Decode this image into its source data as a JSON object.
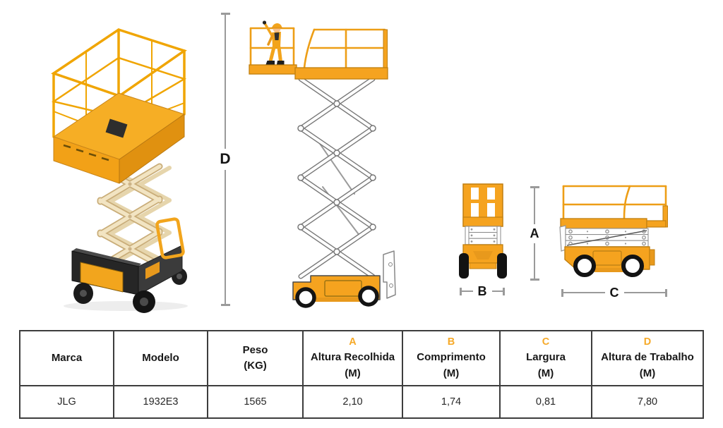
{
  "colors": {
    "accent_letters": "#F6A928",
    "machine_orange": "#F5A31F",
    "machine_orange_dark": "#C07F10",
    "dimension_line_gray": "#9A9A9A",
    "table_border": "#3D3D3D"
  },
  "dims": {
    "d": "D",
    "a": "A",
    "b": "B",
    "c": "C"
  },
  "table": {
    "columns": [
      {
        "letter": "",
        "name": "Marca",
        "unit": ""
      },
      {
        "letter": "",
        "name": "Modelo",
        "unit": ""
      },
      {
        "letter": "",
        "name": "Peso",
        "unit": "(KG)"
      },
      {
        "letter": "A",
        "name": "Altura Recolhida",
        "unit": "(M)"
      },
      {
        "letter": "B",
        "name": "Comprimento",
        "unit": "(M)"
      },
      {
        "letter": "C",
        "name": "Largura",
        "unit": "(M)"
      },
      {
        "letter": "D",
        "name": "Altura de Trabalho",
        "unit": "(M)"
      }
    ],
    "rows": [
      [
        "JLG",
        "1932E3",
        "1565",
        "2,10",
        "1,74",
        "0,81",
        "7,80"
      ]
    ]
  }
}
